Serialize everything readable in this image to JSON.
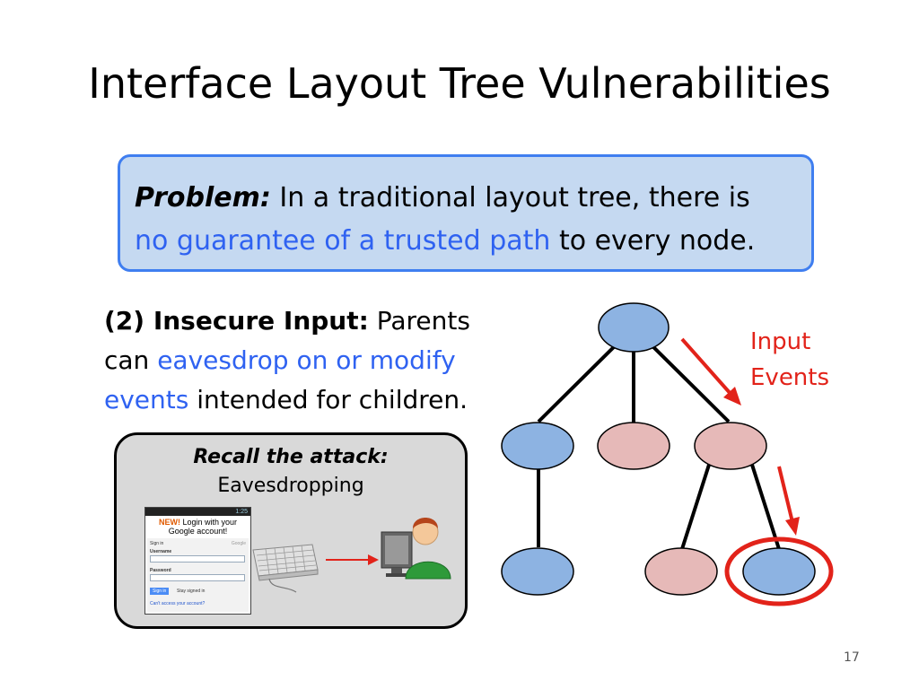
{
  "title": "Interface Layout Tree Vulnerabilities",
  "problem": {
    "label": "Problem:",
    "text1": " In a traditional layout tree, there is",
    "highlight": "no guarantee of a trusted path",
    "text2": " to every node."
  },
  "insecure_input": {
    "label": "(2) Insecure Input:",
    "text1": " Parents can ",
    "highlight": "eavesdrop on or modify events",
    "text2": " intended for children."
  },
  "recall": {
    "title": "Recall the attack:",
    "subtitle": "Eavesdropping"
  },
  "phone_mock": {
    "status": "1:25",
    "new_label": "NEW!",
    "banner": " Login with your Google account!",
    "sign_in": "Sign in",
    "brand": "Google",
    "username_label": "Username",
    "password_label": "Password",
    "signin_button": "Sign in",
    "stay_signed": "Stay signed in",
    "cant_access": "Can't access your account?"
  },
  "input_events_label": [
    "Input",
    "Events"
  ],
  "page_number": "17",
  "colors": {
    "node_blue": "#8db3e2",
    "node_pink": "#e6b9b8",
    "highlight_blue": "#2f62f1",
    "box_fill": "#c5d9f1",
    "box_border": "#3f7ef0",
    "arrow_red": "#e2231a"
  }
}
